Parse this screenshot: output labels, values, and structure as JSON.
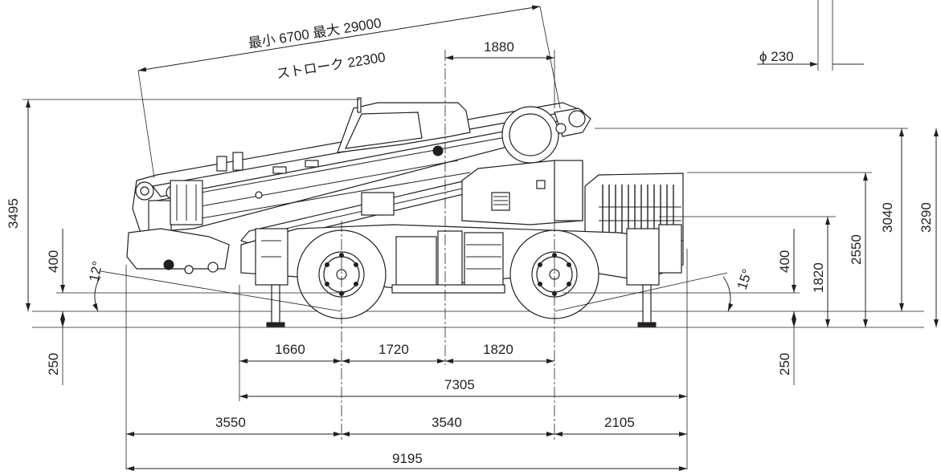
{
  "drawing": {
    "stroke_color": "#231f20",
    "background": "#ffffff"
  },
  "labels": {
    "boom_length": "最小 6700  最大 29000",
    "stroke": "ストローク 22300",
    "sheave_offset": "1880",
    "rope_diameter": "ϕ 230",
    "height_boom_top": "3495",
    "height_sheave": "3290",
    "height_cab": "3040",
    "height_counterweight": "2550",
    "height_engine": "1820",
    "clearance_front": "400",
    "clearance_rear": "400",
    "outrigger_front": "250",
    "outrigger_rear": "250",
    "angle_front": "12°",
    "angle_rear": "15°",
    "span_front_outrigger": "1660",
    "span_mid_front": "1720",
    "span_mid_rear": "1820",
    "outrigger_span": "7305",
    "front_overhang": "3550",
    "wheelbase": "3540",
    "rear_overhang": "2105",
    "overall_length": "9195"
  }
}
